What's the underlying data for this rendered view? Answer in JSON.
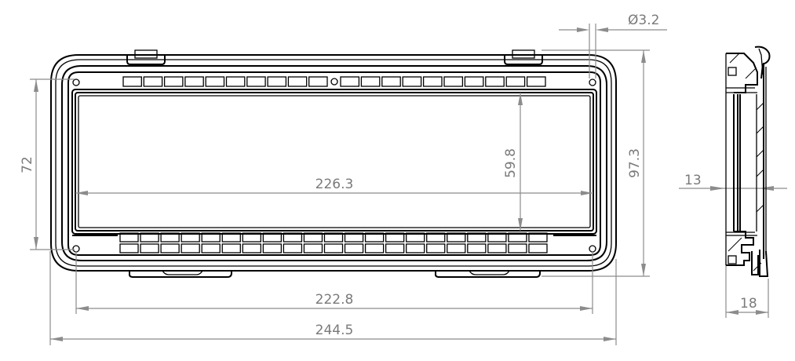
{
  "drawing": {
    "views": [
      "front-view",
      "side-view"
    ],
    "dimensions": {
      "hole_diameter": "Ø3.2",
      "hole_vertical_spacing": "72",
      "window_width": "226.3",
      "window_height": "59.8",
      "overall_height": "97.3",
      "hole_horizontal_spacing": "222.8",
      "overall_width": "244.5",
      "side_thickness_inner": "13",
      "side_depth": "18"
    },
    "slots": {
      "top_row_left_count": 10,
      "top_row_right_count": 10,
      "bottom_rows": 2,
      "bottom_row_count": 21
    },
    "colors": {
      "outline": "#000000",
      "dimension": "#8c8c8c",
      "label": "#7a7a7a"
    }
  }
}
